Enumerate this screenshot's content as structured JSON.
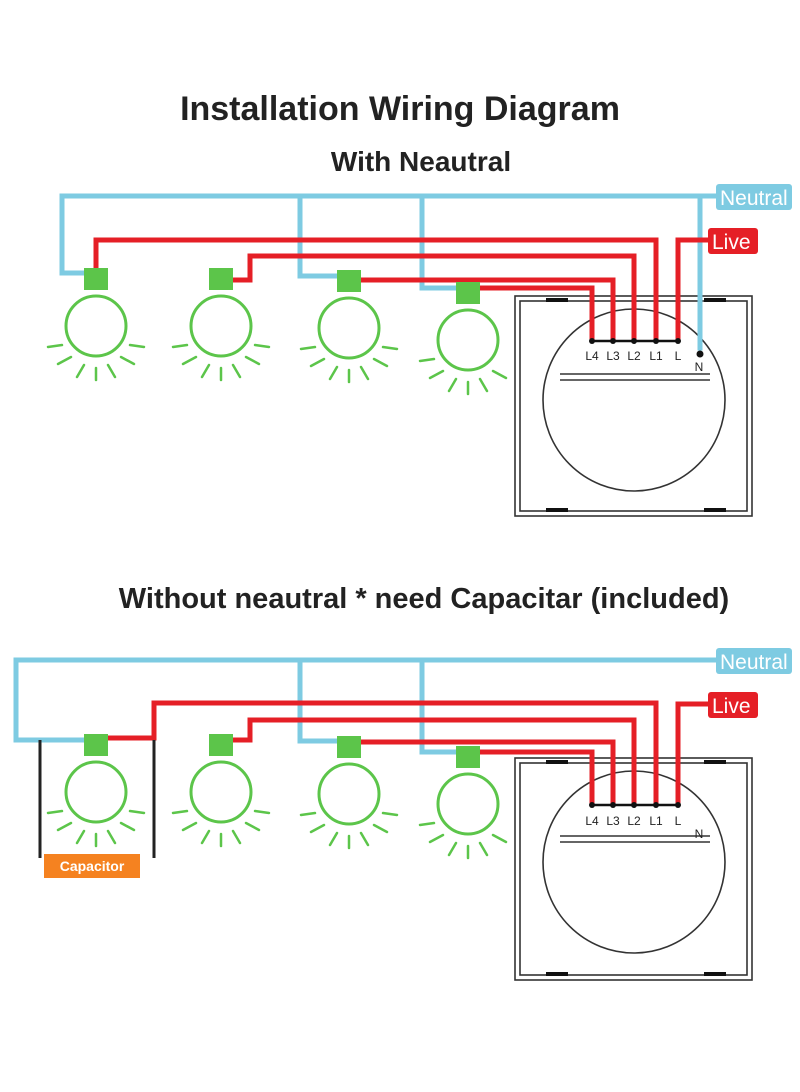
{
  "title": "Installation Wiring Diagram",
  "subtitle_with_neutral": "With Neautral",
  "subtitle_without_neutral": "Without neautral * need Capacitar (included)",
  "labels": {
    "neutral": "Neutral",
    "live": "Live",
    "capacitor": "Capacitor"
  },
  "terminals": [
    "L4",
    "L3",
    "L2",
    "L1",
    "L",
    "N"
  ],
  "colors": {
    "neutral_wire": "#7ecbe2",
    "live_wire": "#e51f26",
    "bulb": "#5cc54a",
    "capacitor": "#f58220"
  }
}
